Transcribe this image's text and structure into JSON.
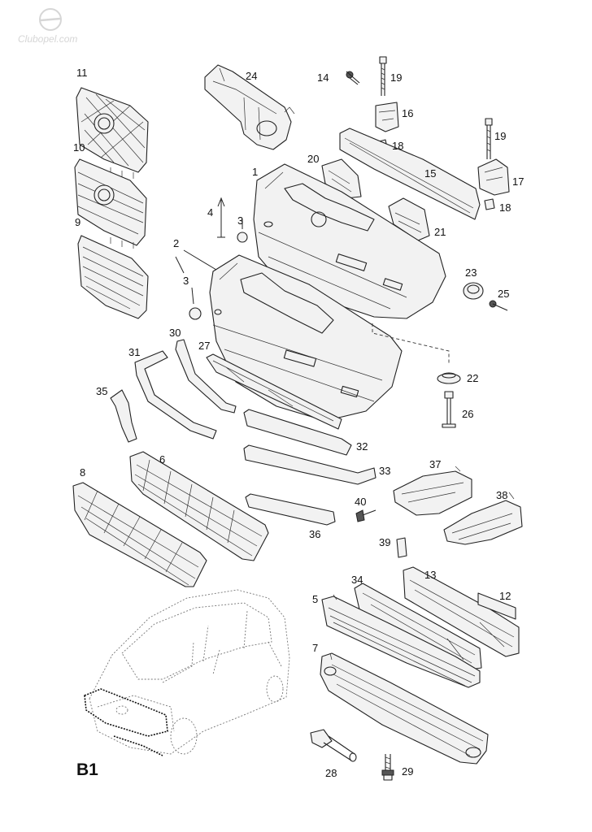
{
  "watermark": "Clubopel.com",
  "sheet_id": "B1",
  "callouts": {
    "p1": "1",
    "p2": "2",
    "p3a": "3",
    "p3b": "3",
    "p4": "4",
    "p5": "5",
    "p6": "6",
    "p7": "7",
    "p8": "8",
    "p9": "9",
    "p10": "10",
    "p11": "11",
    "p12": "12",
    "p13": "13",
    "p14": "14",
    "p15": "15",
    "p16": "16",
    "p17": "17",
    "p18a": "18",
    "p18b": "18",
    "p19a": "19",
    "p19b": "19",
    "p20": "20",
    "p21": "21",
    "p22": "22",
    "p23": "23",
    "p24": "24",
    "p25": "25",
    "p26": "26",
    "p27": "27",
    "p28": "28",
    "p29": "29",
    "p30": "30",
    "p31": "31",
    "p32": "32",
    "p33": "33",
    "p34": "34",
    "p35": "35",
    "p36": "36",
    "p37": "37",
    "p38": "38",
    "p39": "39",
    "p40": "40"
  }
}
